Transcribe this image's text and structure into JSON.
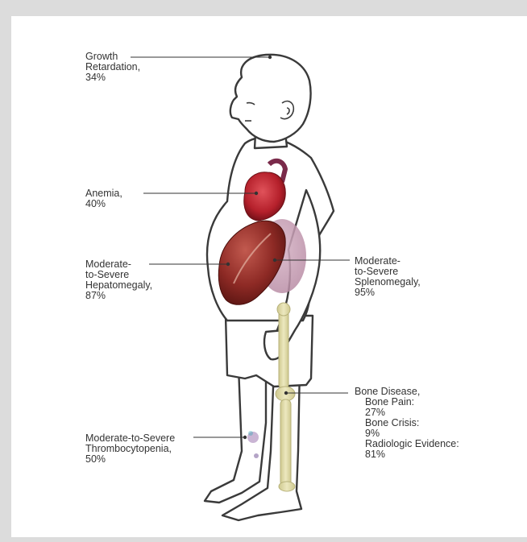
{
  "labels": {
    "growth": [
      "Growth",
      "Retardation,",
      "34%"
    ],
    "anemia": [
      "Anemia,",
      "40%"
    ],
    "hepatomegaly": [
      "Moderate-",
      "to-Severe",
      "Hepatomegaly,",
      "87%"
    ],
    "splenomegaly": [
      "Moderate-",
      "to-Severe",
      "Splenomegaly,",
      "95%"
    ],
    "bone": {
      "title": "Bone Disease,",
      "items": [
        "Bone Pain:",
        "27%",
        "Bone Crisis:",
        "9%",
        "Radiologic Evidence:",
        "81%"
      ]
    },
    "thrombocytopenia": [
      "Moderate-to-Severe",
      "Thrombocytopenia,",
      "50%"
    ]
  },
  "colors": {
    "background": "#dcdcdc",
    "card": "#ffffff",
    "outline": "#3a3a3a",
    "heart": "#b5202b",
    "liver": "#8e2a25",
    "spleen": "#c9a1b8",
    "bone": "#e6e2b0"
  }
}
